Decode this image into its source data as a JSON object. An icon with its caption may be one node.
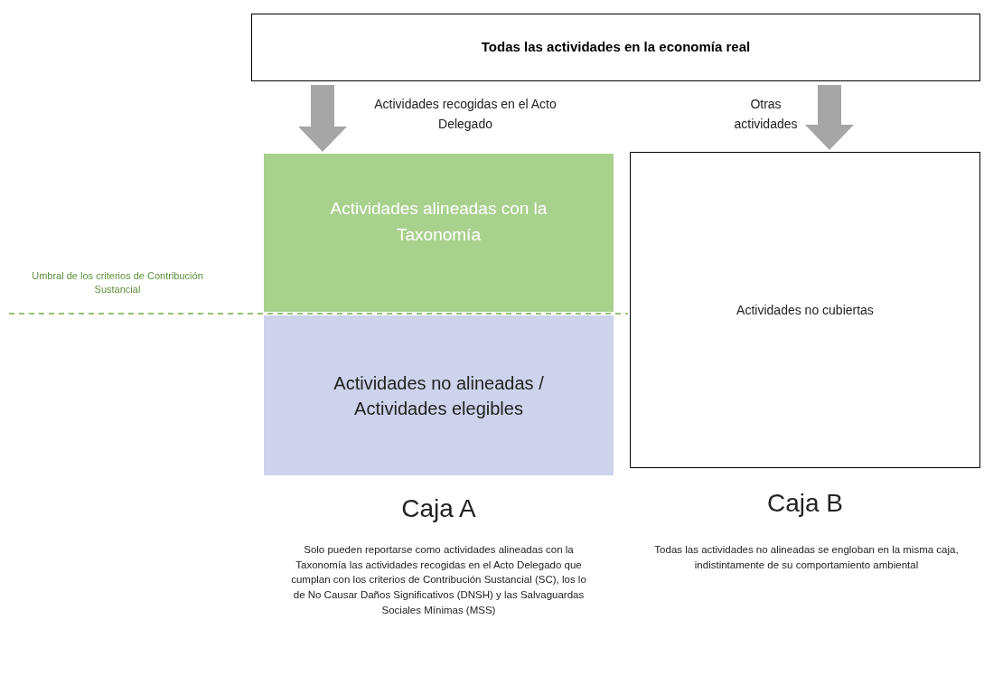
{
  "diagram": {
    "nodes": [
      {
        "text": [
          "Todas las actividades en la economía real"
        ]
      },
      {
        "text": [
          "Actividades alineadas con la Taxonomía"
        ]
      },
      {
        "text": [
          "Actividades no alineadas / Actividades elegibles"
        ]
      },
      {
        "text": [
          "Actividades no cubiertas"
        ]
      }
    ],
    "edges": [
      {
        "from": 0,
        "to": 1,
        "arrow": "to",
        "label": "Actividades recogidas en el Acto Delegado",
        "style": "thick"
      },
      {
        "from": 0,
        "to": 3,
        "arrow": "to",
        "label": "Otras actividades",
        "style": "thick"
      }
    ],
    "labels": [
      "Umbral de los criterios de Contribución Sustancial",
      "Caja A",
      "Caja B",
      "Solo pueden reportarse como actividades alineadas con la Taxonomía las actividades recogidas en el Acto Delegado que cumplan con los criterios de Contribución Sustancial (SC), los lo de No Causar Daños Significativos (DNSH) y las Salvaguardas Sociales Mínimas (MSS)",
      "Todas las actividades no alineadas se engloban en la misma caja, indistintamente de su comportamiento ambiental"
    ]
  }
}
